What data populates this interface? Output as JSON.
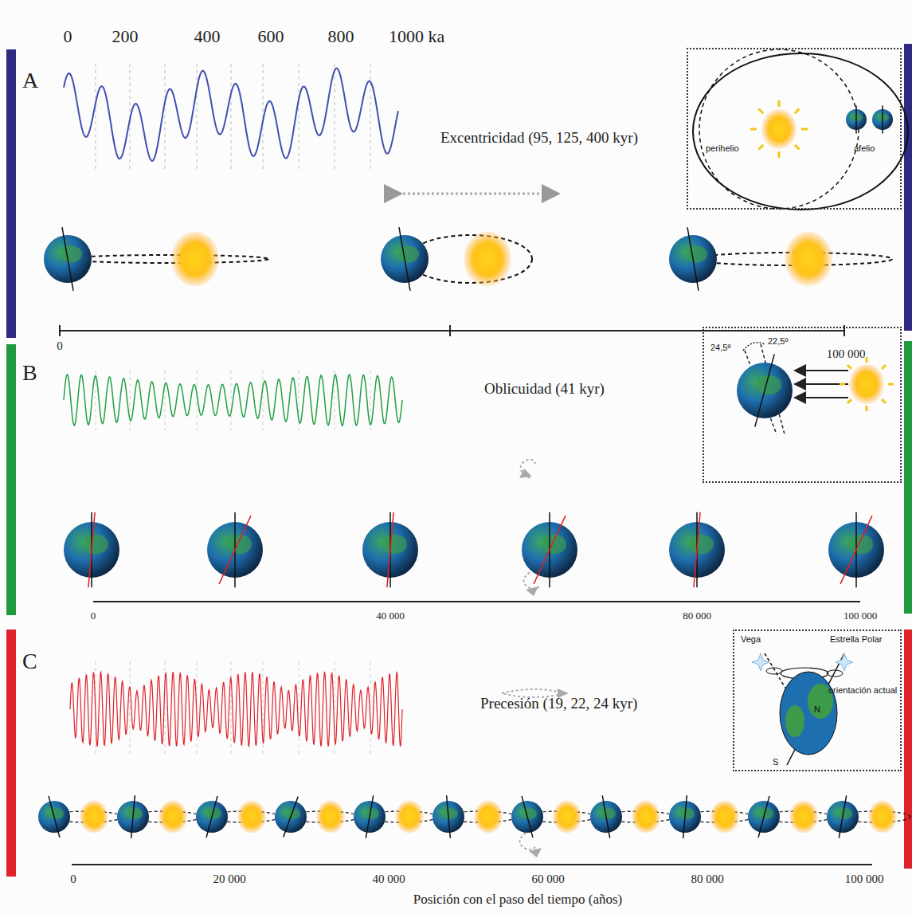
{
  "diagram": {
    "nodes": [
      {
        "text": [
          "perihelio",
          "afelio"
        ]
      },
      {
        "text": [
          "24,5º",
          "22,5º"
        ]
      },
      {
        "text": [
          "Vega",
          "Estrella Polar",
          "orientación actual",
          "N",
          "S"
        ]
      }
    ],
    "labels": [
      "0",
      "200",
      "400",
      "600",
      "800",
      "1000 ka",
      "A",
      "Excentricidad (95, 125, 400 kyr)",
      "0",
      "100 000",
      "B",
      "Oblicuidad (41 kyr)",
      "0",
      "40 000",
      "80 000",
      "100 000",
      "C",
      "Precesión (19, 22, 24 kyr)",
      "0",
      "20 000",
      "40 000",
      "60 000",
      "80 000",
      "100 000",
      "Posición con el paso del tiempo (años)"
    ]
  }
}
